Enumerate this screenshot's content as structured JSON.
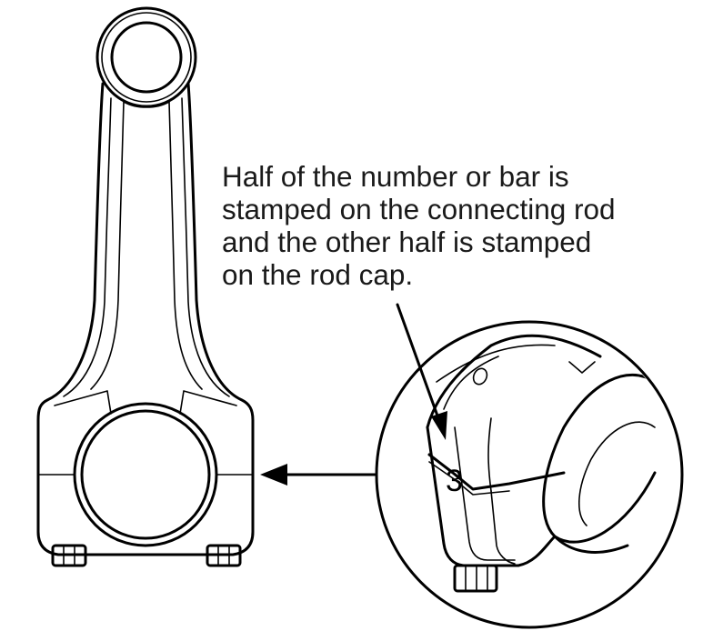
{
  "callout": {
    "lines": [
      "Half of the number or bar is",
      "stamped on the connecting rod",
      "and the other half is stamped",
      "on the rod cap."
    ]
  },
  "detail": {
    "stamp_number": "3"
  },
  "colors": {
    "line": "#000000",
    "text": "#1a1a1a",
    "background": "#ffffff"
  }
}
